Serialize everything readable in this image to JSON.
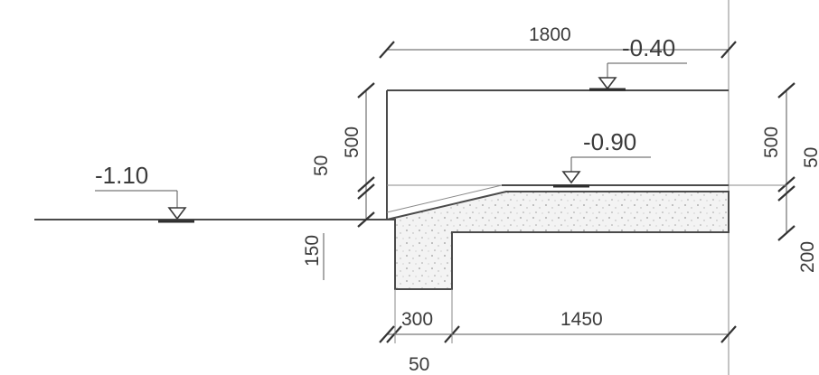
{
  "levels": {
    "top": "-0.40",
    "middle": "-0.90",
    "left": "-1.10"
  },
  "dimensions": {
    "top_width": "1800",
    "left_height_500": "500",
    "left_height_50": "50",
    "left_height_150": "150",
    "right_height_500": "500",
    "right_height_50": "50",
    "right_height_200": "200",
    "bottom_300": "300",
    "bottom_1450": "1450",
    "bottom_50": "50"
  },
  "colors": {
    "line": "#4a4a4a",
    "text": "#3b3b3b",
    "concrete": "#f1f1f1"
  }
}
